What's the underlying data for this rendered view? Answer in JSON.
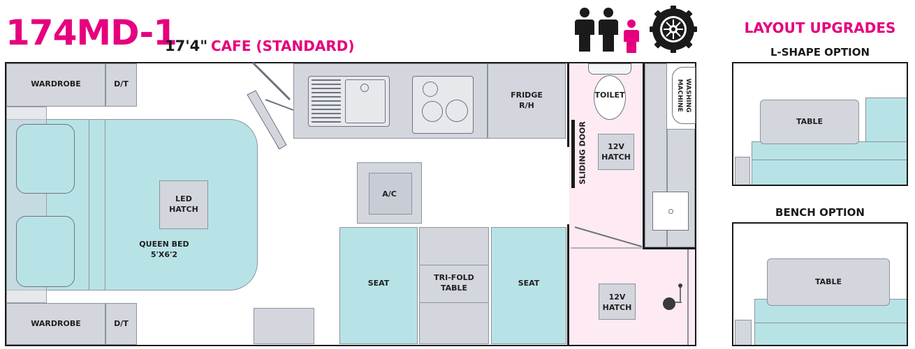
{
  "header": {
    "model": "174MD-1",
    "length": "17'4\"",
    "variant": "CAFE (STANDARD)",
    "berths_icon": "two-adults-one-child-icon",
    "tyre_icon": "offroad-tyre-icon"
  },
  "colors": {
    "brand_pink": "#e5007e",
    "furniture_gray": "#d3d6dd",
    "bed_seat_aqua": "#b8e3e6",
    "ensuite_pink": "#fdeaf3"
  },
  "floorplan": {
    "wardrobe_top": "WARDROBE",
    "dt_top": "D/T",
    "fridge": "FRIDGE\nR/H",
    "toilet": "TOILET",
    "washing_machine": "WASHING\nMACHINE",
    "sliding_door": "SLIDING DOOR",
    "hatch_ensuite": "12V\nHATCH",
    "led_hatch": "LED\nHATCH",
    "queen_bed": "QUEEN BED\n5'X6'2",
    "ac": "A/C",
    "seat_left": "SEAT",
    "trifold_table": "TRI-FOLD\nTABLE",
    "seat_right": "SEAT",
    "hatch_rear": "12V\nHATCH",
    "wardrobe_bottom": "WARDROBE",
    "dt_bottom": "D/T"
  },
  "upgrades": {
    "heading": "LAYOUT UPGRADES",
    "lshape_title": "L-SHAPE OPTION",
    "lshape_table": "TABLE",
    "bench_title": "BENCH OPTION",
    "bench_table": "TABLE"
  }
}
